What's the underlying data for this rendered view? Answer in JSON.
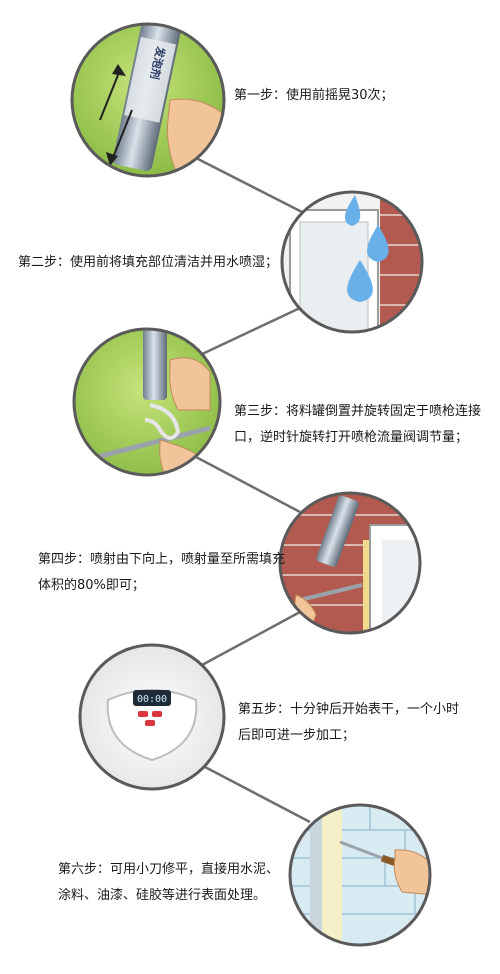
{
  "steps": [
    {
      "label": "第一步：使用前摇晃30次；"
    },
    {
      "label": "第二步：使用前将填充部位清洁并用水喷湿；"
    },
    {
      "label": "第三步：将料罐倒置并旋转固定于喷枪连接口，逆时针旋转打开喷枪流量阀调节量；"
    },
    {
      "label": "第四步：喷射由下向上，喷射量至所需填充体积的80%即可；"
    },
    {
      "label": "第五步：十分钟后开始表干，一个小时后即可进一步加工；"
    },
    {
      "label": "第六步：可用小刀修平，直接用水泥、涂料、油漆、硅胶等进行表面处理。"
    }
  ],
  "timer": {
    "display": "00:00"
  },
  "can_label": "发泡剂",
  "colors": {
    "circle_border": "#5a5a5a",
    "connector": "#6e6e6e",
    "green_bg": "#9acd4a",
    "brick": "#b35a50",
    "water": "#6ab0e8"
  }
}
